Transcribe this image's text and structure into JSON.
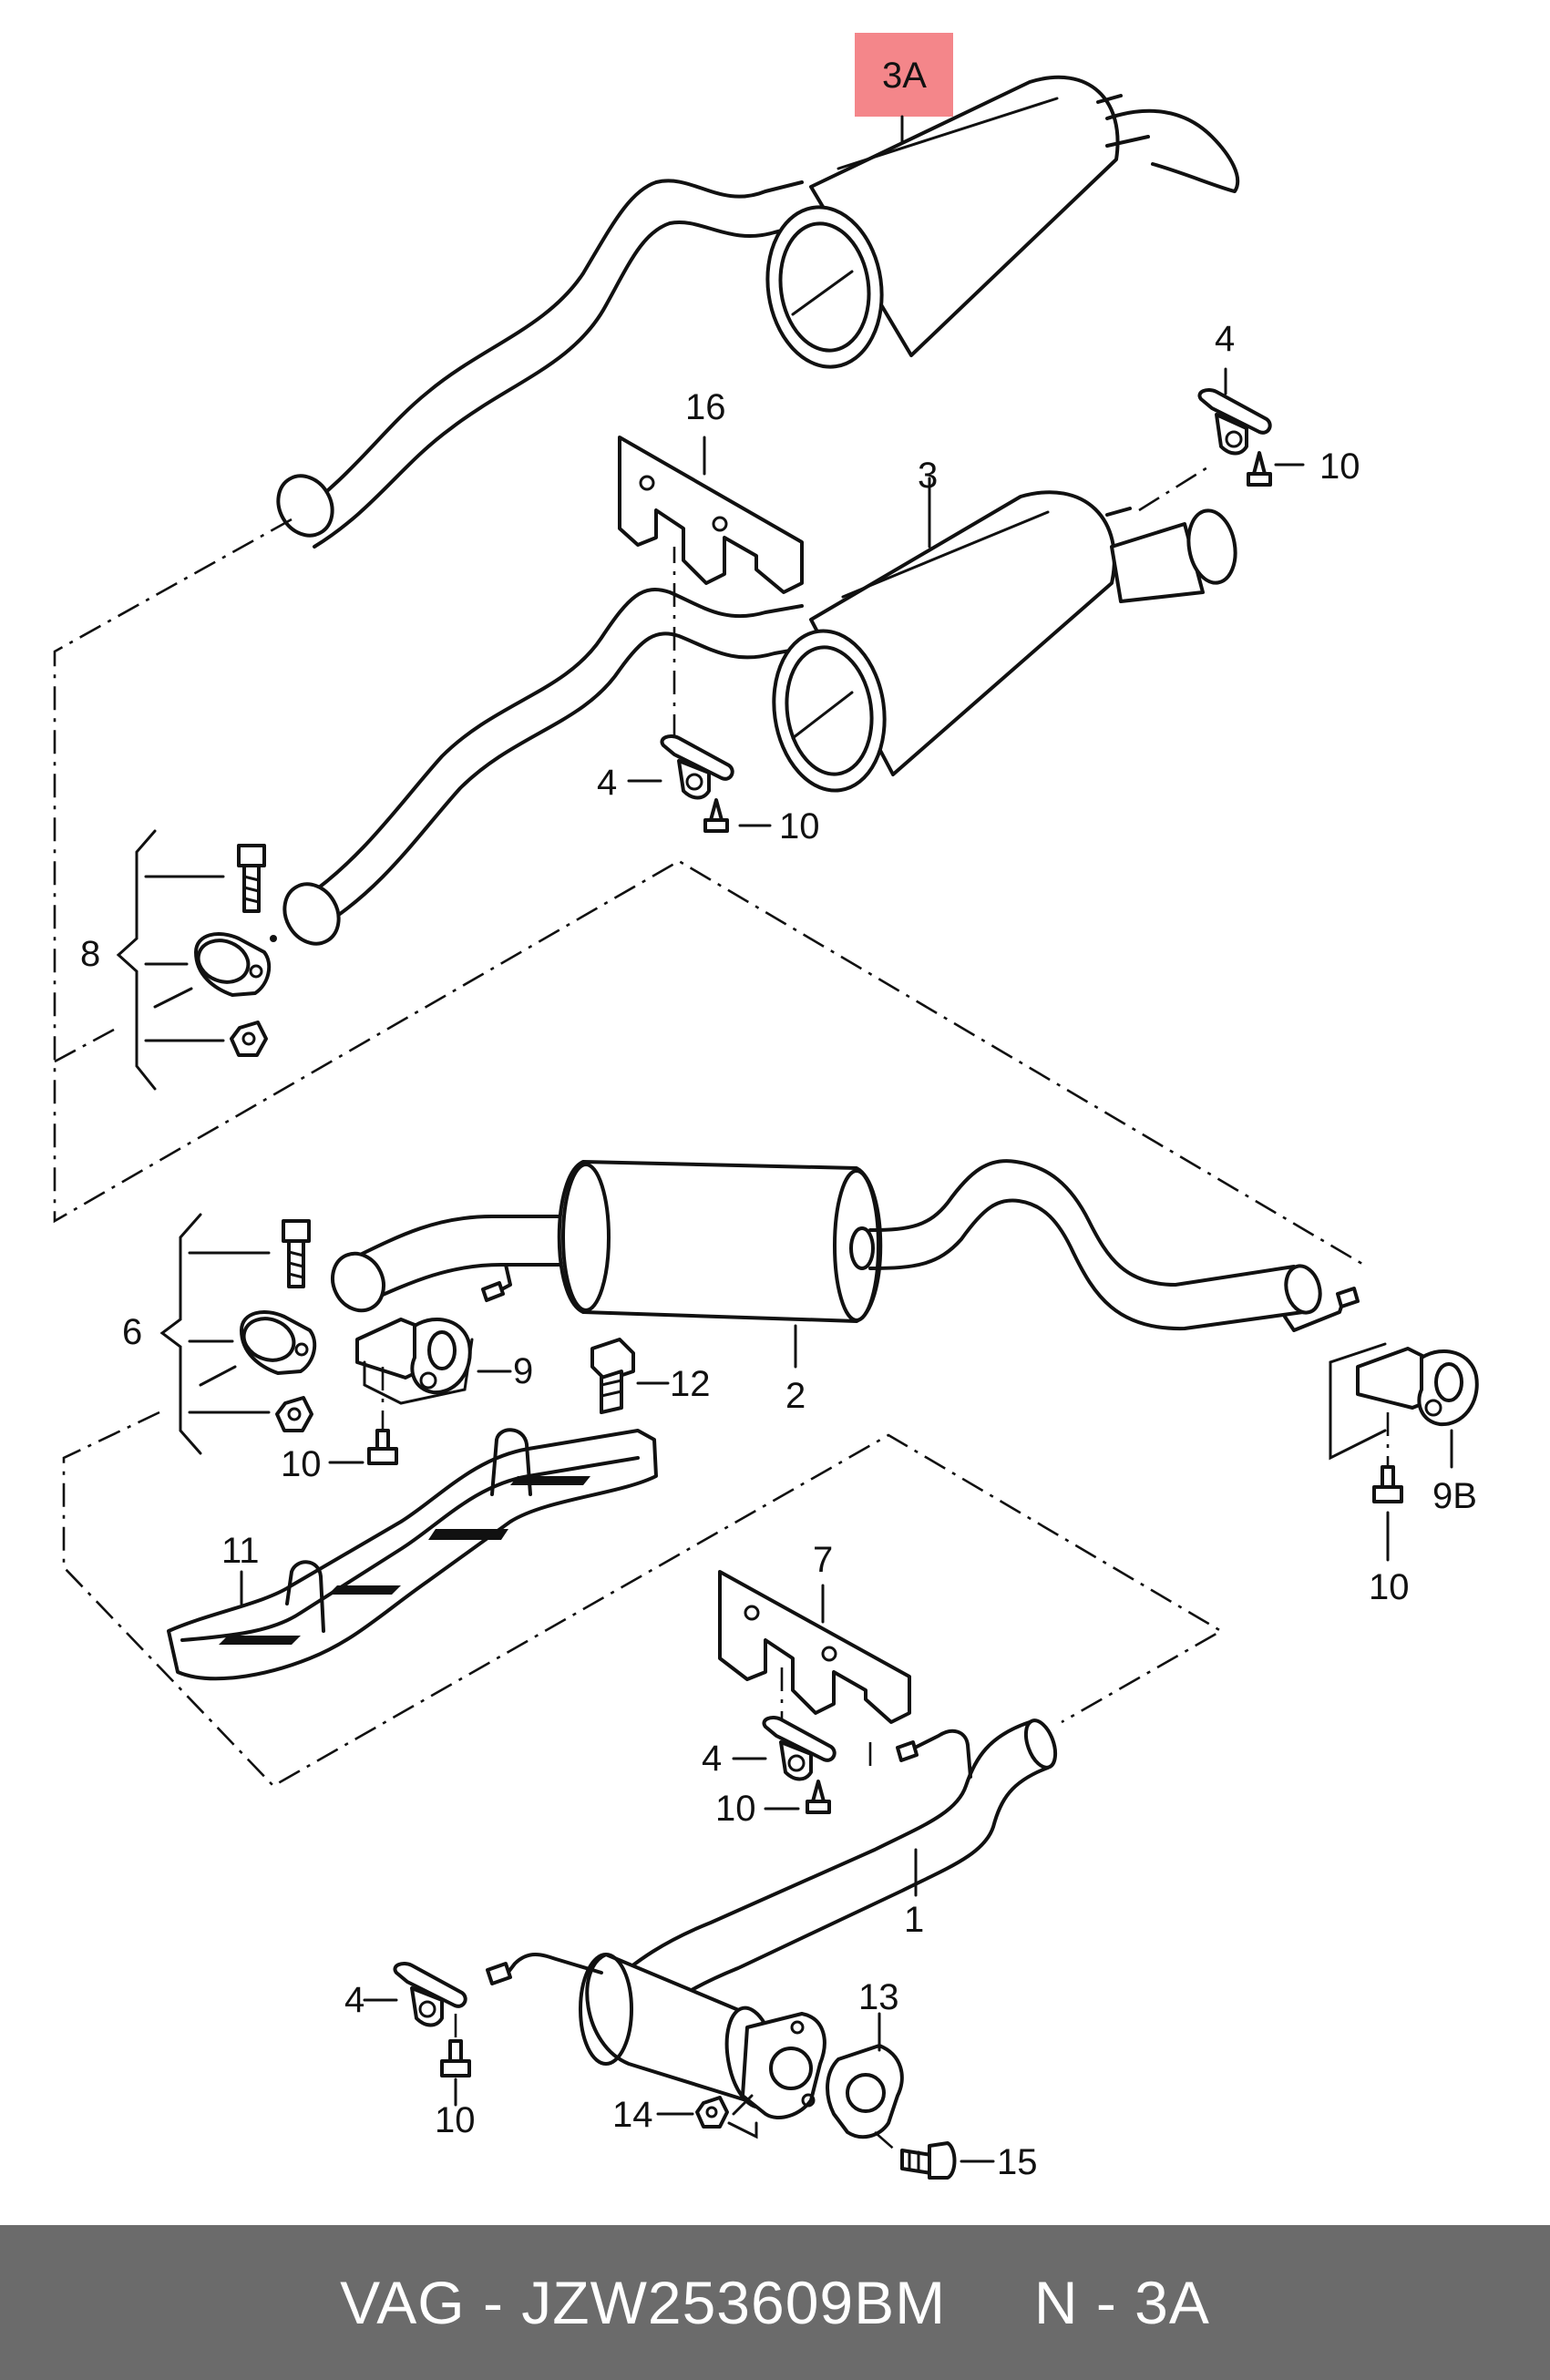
{
  "callouts": {
    "c3a": "3A",
    "c16": "16",
    "c4_top": "4",
    "c10_top": "10",
    "c3": "3",
    "c4_mid": "4",
    "c10_mid": "10",
    "c8": "8",
    "c6": "6",
    "c9": "9",
    "c12": "12",
    "c2": "2",
    "c10_left": "10",
    "c11": "11",
    "c9b": "9B",
    "c10_right": "10",
    "c7": "7",
    "c4_low": "4",
    "c10_low": "10",
    "c1": "1",
    "c13": "13",
    "c4_bottom": "4",
    "c10_bottom": "10",
    "c14": "14",
    "c15": "15"
  },
  "highlight_color": "#f4868a",
  "footer": {
    "brand": "VAG",
    "sep1": " - ",
    "part_number": "JZW253609BM",
    "gap": "     ",
    "item": "N - 3A"
  },
  "footer_color": "#6b6b6b"
}
